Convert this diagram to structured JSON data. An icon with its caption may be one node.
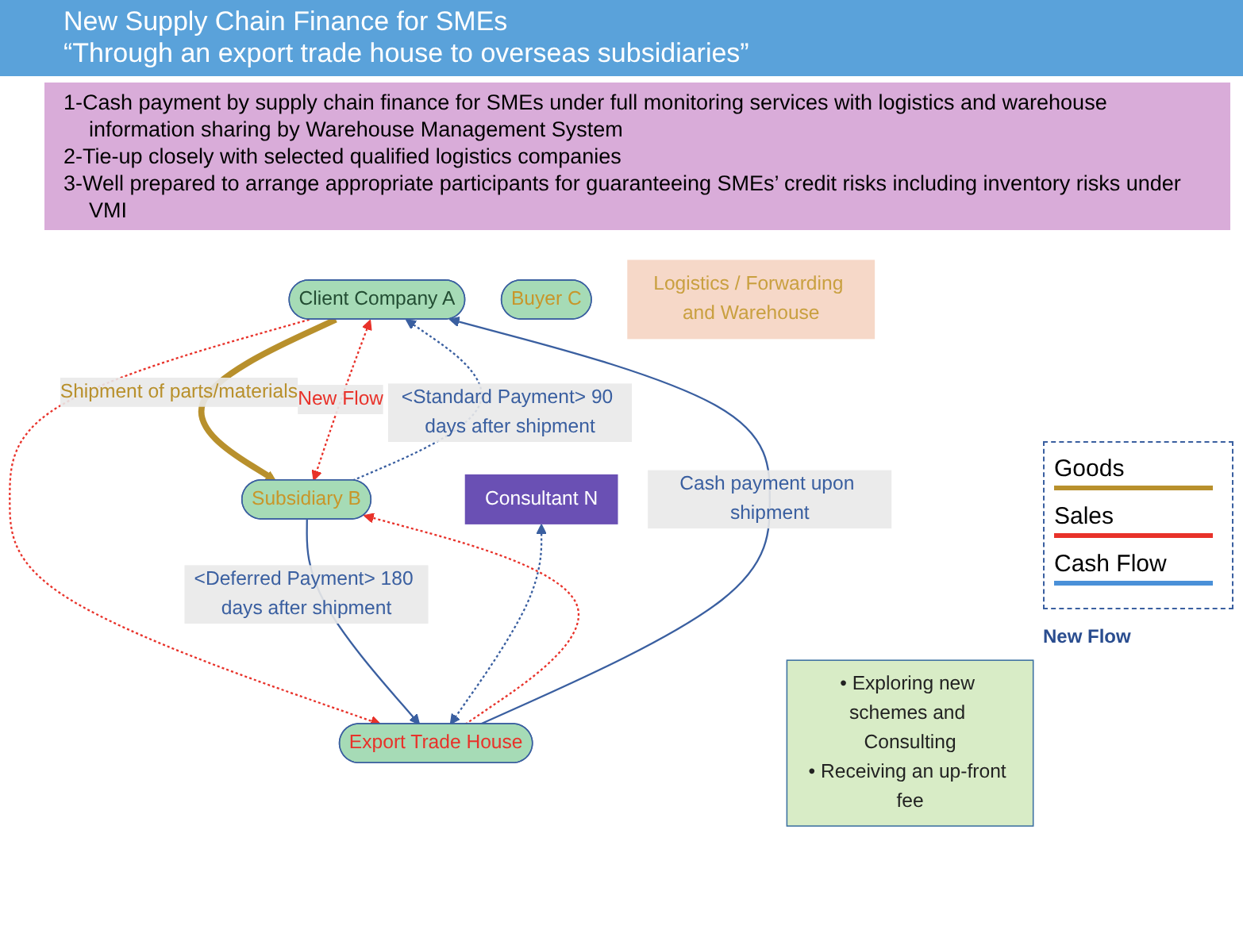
{
  "diagram": {
    "title": "New Supply Chain Finance for SMEs",
    "nodes": [
      {
        "text": [
          "Client Company A"
        ]
      },
      {
        "text": [
          "Subsidiary B"
        ]
      },
      {
        "text": [
          "Buyer C"
        ]
      },
      {
        "text": [
          "Export Trade House"
        ]
      },
      {
        "text": [
          "Consultant N"
        ]
      },
      {
        "text": [
          "• Exploring new schemes and Consulting",
          "• Receiving an up-front fee"
        ]
      },
      {
        "text": [
          "Logistics / Forwarding and Warehouse"
        ]
      }
    ],
    "edges": [
      {
        "from": 0,
        "to": 1,
        "arrow": "to",
        "label": "Shipment of parts/materials",
        "style": "thick",
        "color": "#b8902c"
      },
      {
        "from": 0,
        "to": 1,
        "arrow": "both",
        "label": "New Flow",
        "style": "dashed",
        "color": "#e8322a"
      },
      {
        "from": 0,
        "to": 3,
        "arrow": "to",
        "style": "dashed",
        "color": "#e8322a"
      },
      {
        "from": 3,
        "to": 1,
        "arrow": "to",
        "style": "dashed",
        "color": "#e8322a"
      },
      {
        "from": 3,
        "to": 0,
        "arrow": "to",
        "label": "Cash payment upon shipment"
      },
      {
        "from": 1,
        "to": 0,
        "arrow": "to",
        "label": "<Standard Payment> 90 days after shipment",
        "style": "dashed"
      },
      {
        "from": 1,
        "to": 3,
        "arrow": "to",
        "label": "<Deferred Payment> 180 days after shipment"
      },
      {
        "from": 4,
        "to": 3,
        "arrow": "both",
        "style": "dashed"
      }
    ],
    "labels": [
      "“Through an export trade house to overseas subsidiaries”",
      "1-Cash payment by supply chain finance for SMEs under full monitoring services with logistics and warehouse information sharing by Warehouse Management System",
      "2-Tie-up closely with selected qualified logistics companies",
      "3-Well prepared to arrange appropriate participants for guaranteeing SMEs’ credit risks including inventory risks under VMI",
      "New Flow"
    ],
    "legend": [
      {
        "text": "Goods"
      },
      {
        "text": "Sales"
      },
      {
        "text": "Cash Flow"
      }
    ]
  }
}
